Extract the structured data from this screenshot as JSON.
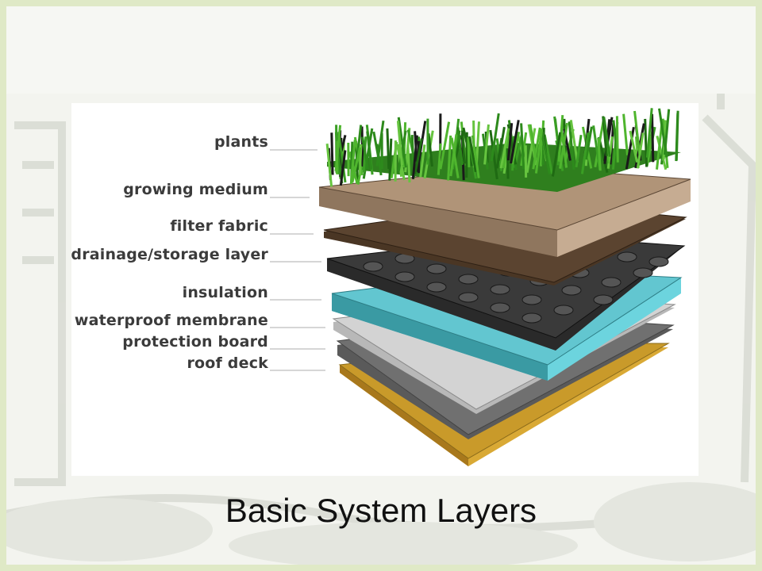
{
  "title": "Basic System Layers",
  "layers": [
    {
      "label": "plants",
      "color": "#3f9f2a"
    },
    {
      "label": "growing medium",
      "color": "#a98c71"
    },
    {
      "label": "filter fabric",
      "color": "#5b4430"
    },
    {
      "label": "drainage/storage layer",
      "color": "#2b2b2b"
    },
    {
      "label": "insulation",
      "color": "#5fc2cc"
    },
    {
      "label": "waterproof membrane",
      "color": "#c9c9c9"
    },
    {
      "label": "protection board",
      "color": "#6e6e6e"
    },
    {
      "label": "roof deck",
      "color": "#c99a2a"
    }
  ]
}
